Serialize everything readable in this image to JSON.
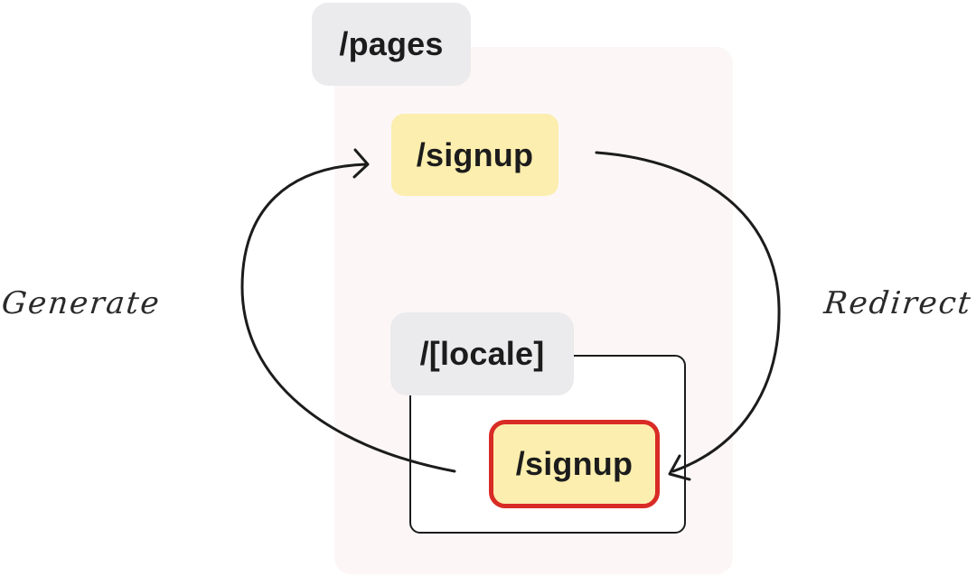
{
  "diagram": {
    "pages_label": "/pages",
    "signup_top_label": "/signup",
    "locale_label": "/[locale]",
    "signup_bottom_label": "/signup",
    "left_arrow_label": "Generate",
    "right_arrow_label": "Redirect"
  },
  "colors": {
    "pages_background": "#fcf7f6",
    "gray_chip": "#ebeaec",
    "yellow_chip": "#fbeeae",
    "highlight_border": "#d92b25",
    "stroke": "#1c1c1c"
  }
}
